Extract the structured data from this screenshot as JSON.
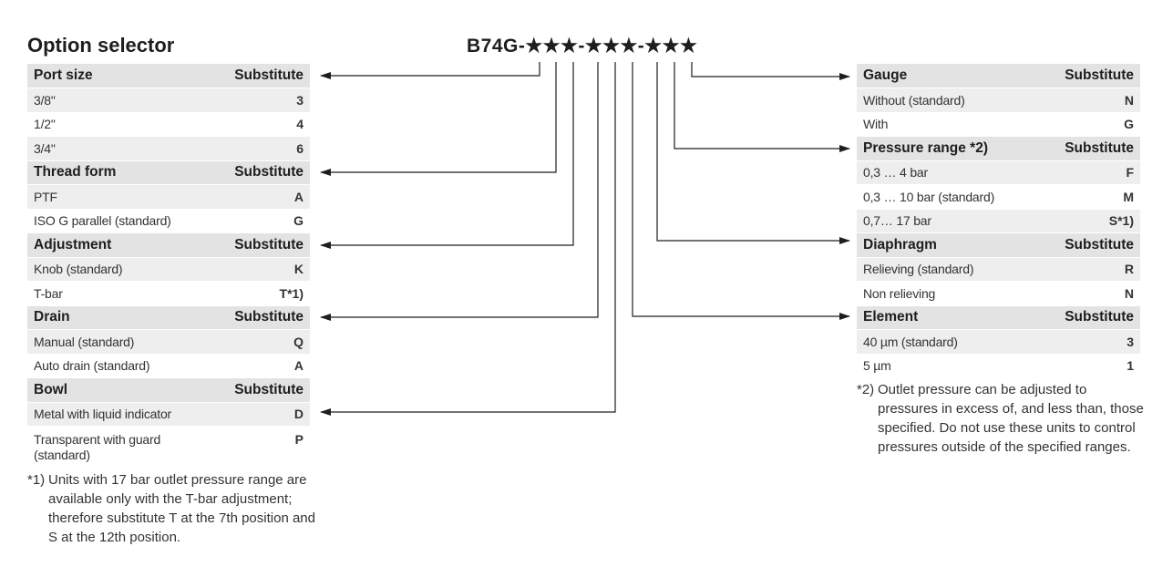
{
  "title": "Option selector",
  "model_code": "B74G-★★★-★★★-★★★",
  "left_table": [
    {
      "type": "header",
      "label": "Port size",
      "value": "Substitute"
    },
    {
      "type": "option",
      "label": "3/8\"",
      "value": "3"
    },
    {
      "type": "option",
      "label": "1/2\"",
      "value": "4"
    },
    {
      "type": "option",
      "label": "3/4\"",
      "value": "6"
    },
    {
      "type": "header",
      "label": "Thread form",
      "value": "Substitute"
    },
    {
      "type": "option",
      "label": "PTF",
      "value": "A"
    },
    {
      "type": "option",
      "label": "ISO G parallel (standard)",
      "value": "G"
    },
    {
      "type": "header",
      "label": "Adjustment",
      "value": "Substitute"
    },
    {
      "type": "option",
      "label": "Knob (standard)",
      "value": "K"
    },
    {
      "type": "option",
      "label": "T-bar",
      "value": "T*1)"
    },
    {
      "type": "header",
      "label": "Drain",
      "value": "Substitute"
    },
    {
      "type": "option",
      "label": "Manual (standard)",
      "value": "Q"
    },
    {
      "type": "option",
      "label": "Auto drain (standard)",
      "value": "A"
    },
    {
      "type": "header",
      "label": "Bowl",
      "value": "Substitute"
    },
    {
      "type": "option",
      "label": "Metal with liquid indicator",
      "value": "D"
    },
    {
      "type": "option",
      "label": "Transparent with guard (standard)",
      "value": "P"
    }
  ],
  "right_table": [
    {
      "type": "header",
      "label": "Gauge",
      "value": "Substitute"
    },
    {
      "type": "option",
      "label": "Without (standard)",
      "value": "N"
    },
    {
      "type": "option",
      "label": "With",
      "value": "G"
    },
    {
      "type": "header",
      "label": "Pressure range *2)",
      "value": "Substitute"
    },
    {
      "type": "option",
      "label": "0,3 … 4 bar",
      "value": "F"
    },
    {
      "type": "option",
      "label": "0,3 … 10 bar (standard)",
      "value": "M"
    },
    {
      "type": "option",
      "label": "0,7… 17 bar",
      "value": "S*1)"
    },
    {
      "type": "header",
      "label": "Diaphragm",
      "value": "Substitute"
    },
    {
      "type": "option",
      "label": "Relieving (standard)",
      "value": "R"
    },
    {
      "type": "option",
      "label": "Non relieving",
      "value": "N"
    },
    {
      "type": "header",
      "label": "Element",
      "value": "Substitute"
    },
    {
      "type": "option",
      "label": "40 µm (standard)",
      "value": "3"
    },
    {
      "type": "option",
      "label": "5 µm",
      "value": "1"
    }
  ],
  "notes": {
    "note1": {
      "mark": "*1)",
      "text": "Units with 17 bar outlet pressure range are available only with the T-bar adjustment; therefore substitute T at the 7th position and S at the 12th position."
    },
    "note2": {
      "mark": "*2)",
      "text": "Outlet pressure can be adjusted to pressures in excess of, and less than, those specified. Do not use these units to control pressures outside of the specified ranges."
    }
  },
  "colors": {
    "header_bg": "#e3e3e3",
    "shaded_row_bg": "#eeeeee",
    "text": "#1e1e1e",
    "line": "#1e1e1e"
  }
}
